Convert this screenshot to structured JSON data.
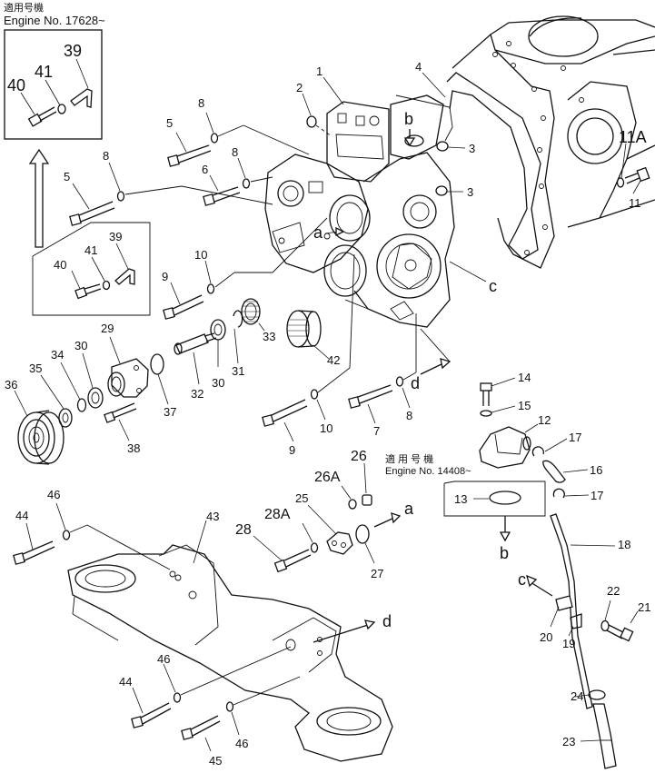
{
  "notes": {
    "top_jp": "適用号機",
    "top_engine": "Engine  No. 17628~",
    "mid_jp": "適 用 号 機",
    "mid_engine": "Engine No. 14408~"
  },
  "callouts": {
    "p1": "1",
    "p2": "2",
    "p3a": "3",
    "p3b": "3",
    "p4": "4",
    "p5a": "5",
    "p5b": "5",
    "p6": "6",
    "p7": "7",
    "p8a": "8",
    "p8b": "8",
    "p8c": "8",
    "p8d": "8",
    "p9a": "9",
    "p9b": "9",
    "p10a": "10",
    "p10b": "10",
    "p11": "11",
    "p11A": "11A",
    "p12": "12",
    "p13": "13",
    "p14": "14",
    "p15": "15",
    "p16": "16",
    "p17a": "17",
    "p17b": "17",
    "p18": "18",
    "p19": "19",
    "p20": "20",
    "p21": "21",
    "p22": "22",
    "p23": "23",
    "p24": "24",
    "p25": "25",
    "p26": "26",
    "p26A": "26A",
    "p27": "27",
    "p28": "28",
    "p28A": "28A",
    "p29": "29",
    "p30a": "30",
    "p30b": "30",
    "p31": "31",
    "p32": "32",
    "p33": "33",
    "p34": "34",
    "p35": "35",
    "p36": "36",
    "p37": "37",
    "p38": "38",
    "p39a": "39",
    "p39b": "39",
    "p40a": "40",
    "p40b": "40",
    "p41a": "41",
    "p41b": "41",
    "p42": "42",
    "p43": "43",
    "p44a": "44",
    "p44b": "44",
    "p45": "45",
    "p46a": "46",
    "p46b": "46",
    "p46c": "46"
  },
  "refs": {
    "a1": "a",
    "a2": "a",
    "b1": "b",
    "b2": "b",
    "c1": "c",
    "c2": "c",
    "d1": "d",
    "d2": "d"
  }
}
